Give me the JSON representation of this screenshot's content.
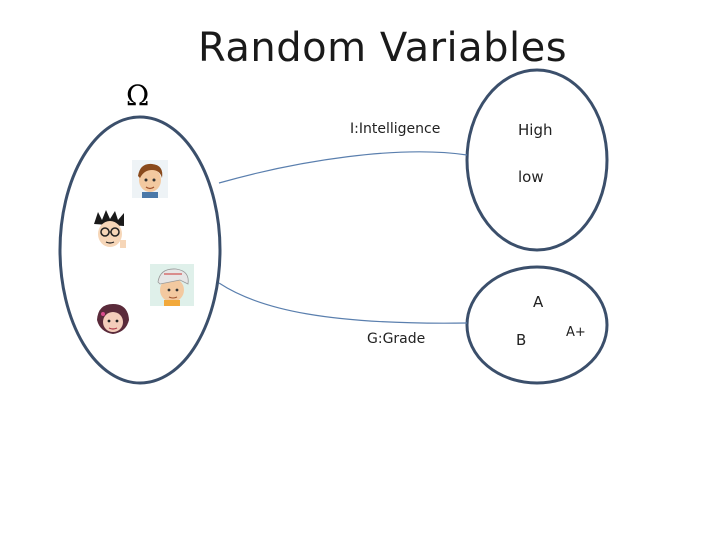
{
  "title": "Random Variables",
  "sample_space_symbol": "Ω",
  "variables": [
    {
      "name": "I:Intelligence",
      "values": [
        "High",
        "low"
      ]
    },
    {
      "name": "G:Grade",
      "values": [
        "A",
        "B",
        "A+"
      ]
    }
  ],
  "avatars": [
    {
      "icon": "student-avatar-brown-hair"
    },
    {
      "icon": "student-avatar-glasses"
    },
    {
      "icon": "student-avatar-cap"
    },
    {
      "icon": "student-avatar-dark-hair"
    }
  ],
  "colors": {
    "ellipse_stroke": "#3b4f6b",
    "line": "#5a7fae"
  }
}
